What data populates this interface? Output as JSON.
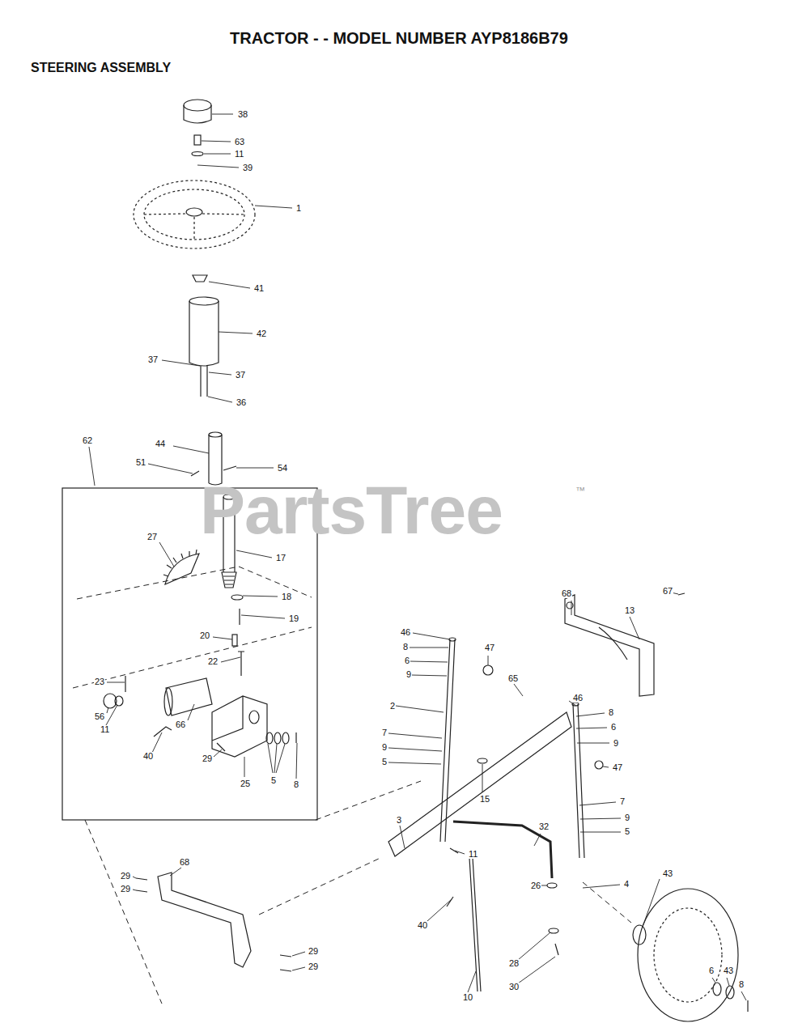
{
  "diagram": {
    "title": "TRACTOR - - MODEL NUMBER AYP8186B79",
    "labels": [
      "STEERING ASSEMBLY",
      "PartsTree",
      "™",
      "38",
      "63",
      "11",
      "39",
      "1",
      "41",
      "42",
      "37",
      "37",
      "36",
      "62",
      "44",
      "51",
      "54",
      "27",
      "17",
      "18",
      "19",
      "20",
      "22",
      "23",
      "56",
      "11",
      "40",
      "66",
      "29",
      "5",
      "8",
      "25",
      "68",
      "13",
      "67",
      "46",
      "8",
      "6",
      "9",
      "47",
      "65",
      "2",
      "46",
      "8",
      "6",
      "9",
      "47",
      "7",
      "9",
      "5",
      "15",
      "7",
      "9",
      "5",
      "3",
      "32",
      "11",
      "26",
      "4",
      "43",
      "40",
      "28",
      "30",
      "10",
      "6",
      "43",
      "8",
      "68",
      "29",
      "29",
      "29",
      "29"
    ]
  }
}
